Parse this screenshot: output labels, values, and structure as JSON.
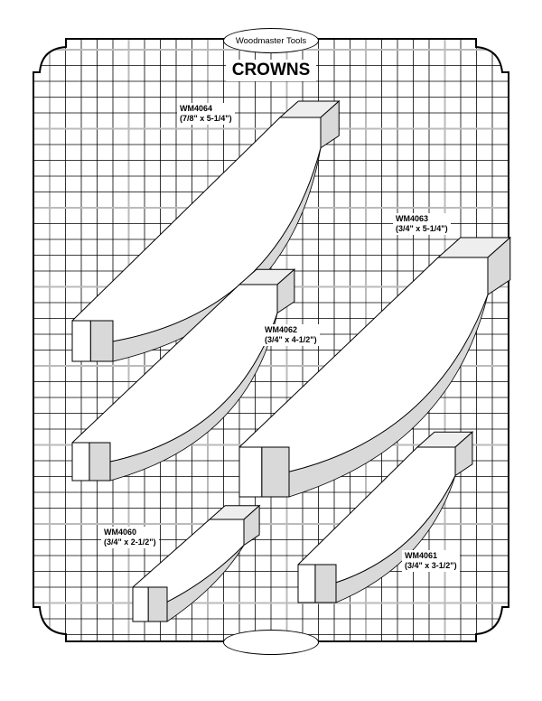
{
  "header": {
    "brand": "Woodmaster Tools",
    "title": "CROWNS"
  },
  "crowns": [
    {
      "model": "WM4064",
      "size": "(7/8\" x 5-1/4\")"
    },
    {
      "model": "WM4063",
      "size": "(3/4\" x 5-1/4\")"
    },
    {
      "model": "WM4062",
      "size": "(3/4\" x 4-1/2\")"
    },
    {
      "model": "WM4060",
      "size": "(3/4\" x 2-1/2\")"
    },
    {
      "model": "WM4061",
      "size": "(3/4\" x 3-1/2\")"
    }
  ],
  "colors": {
    "grid": "#000000",
    "grid_major": "#bbbbbb",
    "shade": "#d9d9d9",
    "top_face": "#eeeeee"
  }
}
